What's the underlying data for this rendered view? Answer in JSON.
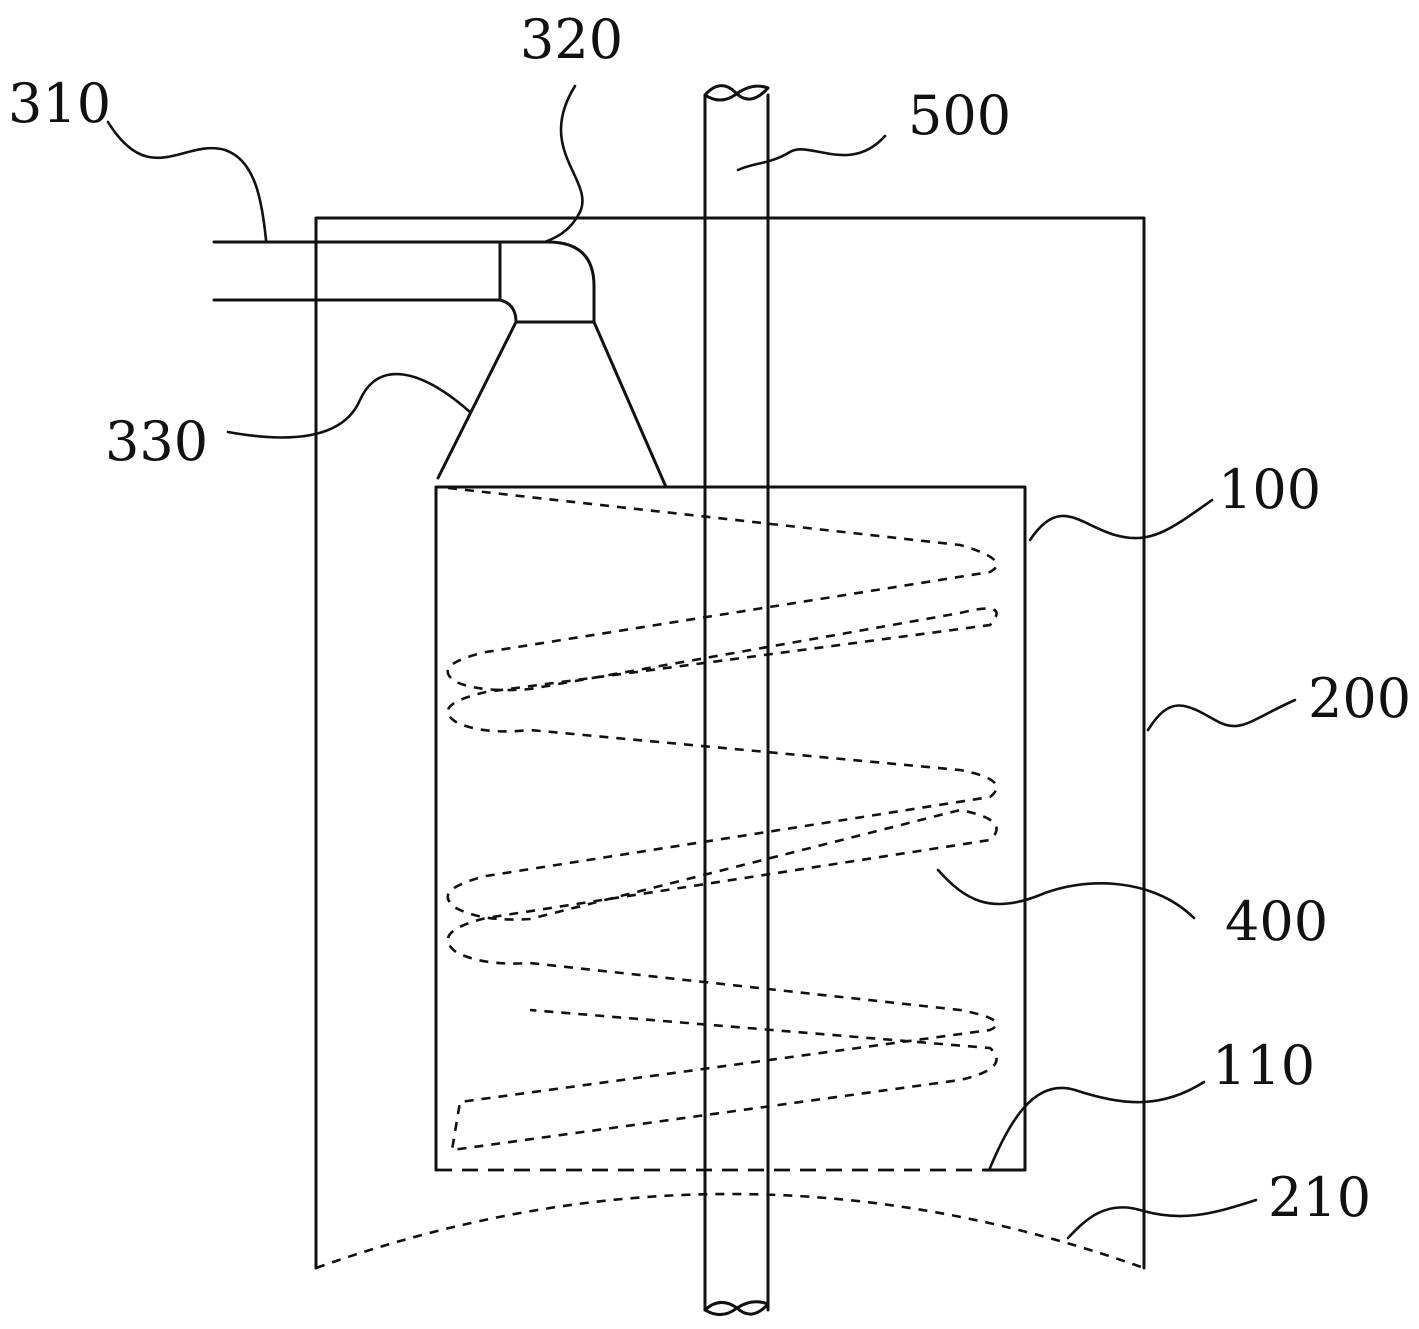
{
  "labels": {
    "l310": "310",
    "l320": "320",
    "l330": "330",
    "l500": "500",
    "l100": "100",
    "l200": "200",
    "l400": "400",
    "l110": "110",
    "l210": "210"
  },
  "colors": {
    "line": "#111111",
    "background": "#ffffff"
  }
}
